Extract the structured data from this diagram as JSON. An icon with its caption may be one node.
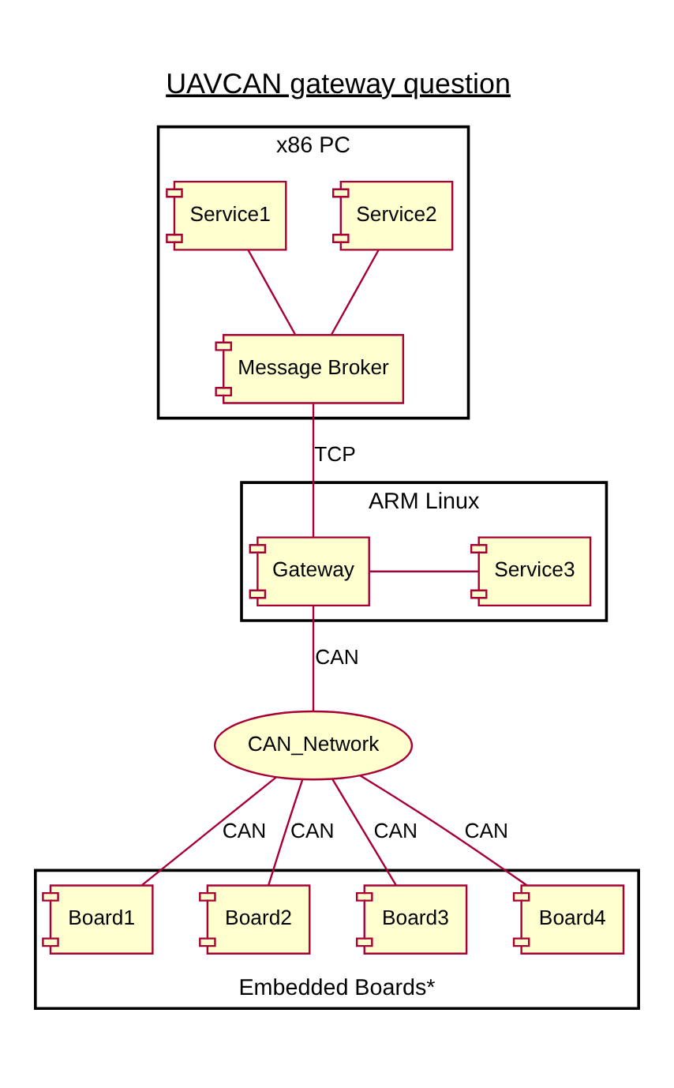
{
  "diagram": {
    "title": "UAVCAN gateway question",
    "nodes": [
      {
        "text": [
          "x86 PC"
        ]
      },
      {
        "text": [
          "Service2"
        ],
        "in": 0
      },
      {
        "text": [
          "Service1"
        ],
        "in": 0
      },
      {
        "text": [
          "Message Broker"
        ],
        "in": 0
      },
      {
        "text": [
          "ARM Linux"
        ]
      },
      {
        "text": [
          "Gateway"
        ],
        "in": 4
      },
      {
        "text": [
          "Service3"
        ],
        "in": 4
      },
      {
        "text": [
          "CAN_Network"
        ]
      },
      {
        "text": [
          "Embedded Boards*"
        ]
      },
      {
        "text": [
          "Board1"
        ],
        "in": 8
      },
      {
        "text": [
          "Board2"
        ],
        "in": 8
      },
      {
        "text": [
          "Board3"
        ],
        "in": 8
      },
      {
        "text": [
          "Board4"
        ],
        "in": 8
      }
    ],
    "edges": [
      {
        "from": 1,
        "to": 3,
        "arrow": "none"
      },
      {
        "from": 2,
        "to": 3,
        "arrow": "none"
      },
      {
        "from": 3,
        "to": 5,
        "arrow": "none",
        "label": "TCP"
      },
      {
        "from": 5,
        "to": 6,
        "arrow": "none"
      },
      {
        "from": 5,
        "to": 7,
        "arrow": "none",
        "label": "CAN"
      },
      {
        "from": 7,
        "to": 9,
        "arrow": "none",
        "label": "CAN"
      },
      {
        "from": 7,
        "to": 10,
        "arrow": "none",
        "label": "CAN"
      },
      {
        "from": 7,
        "to": 11,
        "arrow": "none",
        "label": "CAN"
      },
      {
        "from": 7,
        "to": 12,
        "arrow": "none",
        "label": "CAN"
      }
    ]
  }
}
